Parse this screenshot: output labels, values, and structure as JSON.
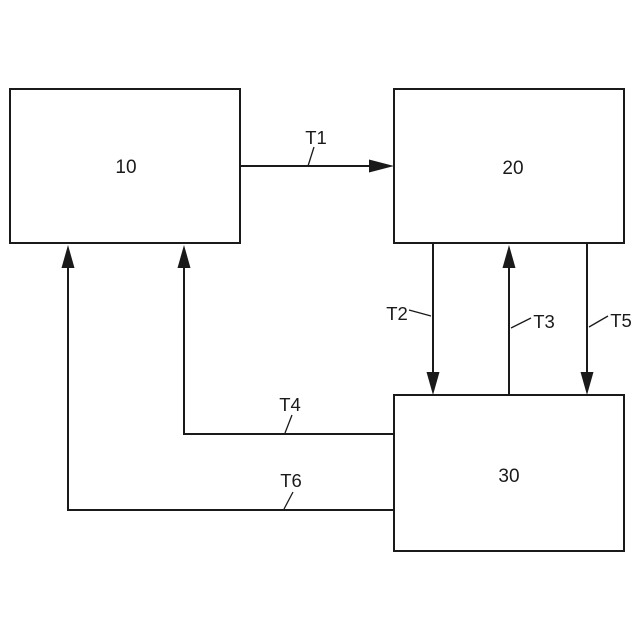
{
  "diagram": {
    "type": "block-diagram",
    "boxes": [
      {
        "id": "box-10",
        "label": "10"
      },
      {
        "id": "box-20",
        "label": "20"
      },
      {
        "id": "box-30",
        "label": "30"
      }
    ],
    "arrows": [
      {
        "id": "t1",
        "label": "T1",
        "from": "10",
        "to": "20",
        "direction": "right"
      },
      {
        "id": "t2",
        "label": "T2",
        "from": "20",
        "to": "30",
        "direction": "down"
      },
      {
        "id": "t3",
        "label": "T3",
        "from": "30",
        "to": "20",
        "direction": "up"
      },
      {
        "id": "t4",
        "label": "T4",
        "from": "30",
        "to": "10",
        "direction": "left-then-up"
      },
      {
        "id": "t5",
        "label": "T5",
        "from": "20",
        "to": "30",
        "direction": "down"
      },
      {
        "id": "t6",
        "label": "T6",
        "from": "30",
        "to": "10",
        "direction": "left-then-up"
      }
    ],
    "colors": {
      "line": "#1a1a1a",
      "background": "#ffffff"
    }
  }
}
